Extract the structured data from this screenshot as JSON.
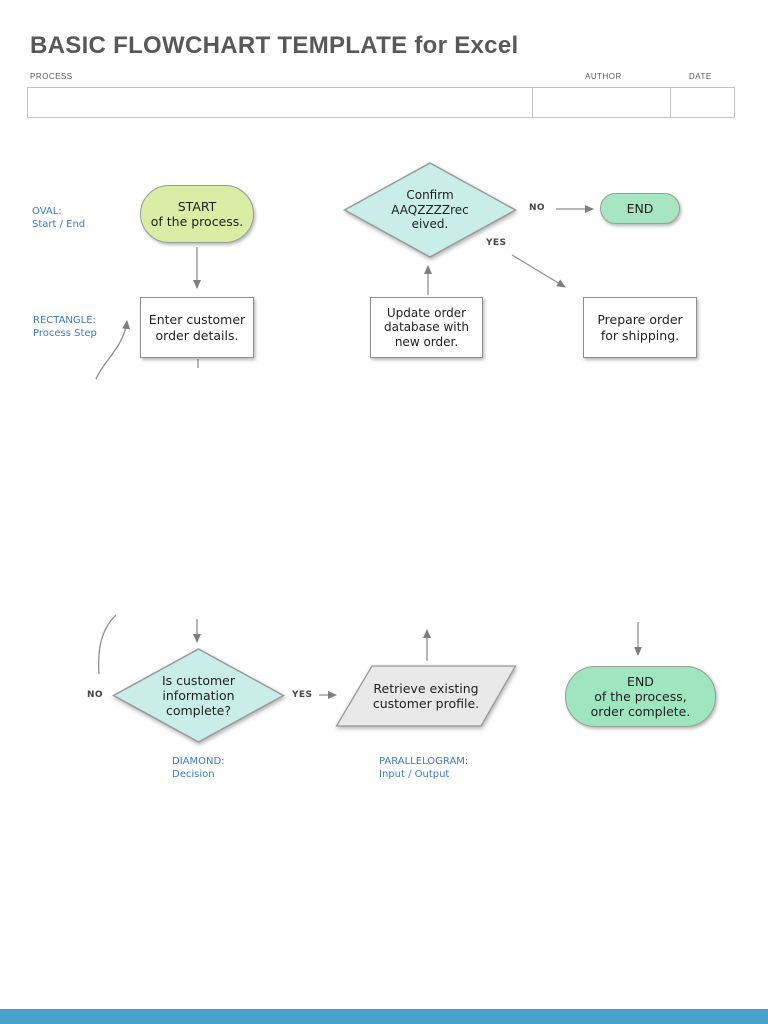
{
  "title": "BASIC FLOWCHART TEMPLATE for Excel",
  "header": {
    "process_label": "PROCESS",
    "author_label": "AUTHOR",
    "date_label": "DATE"
  },
  "flowchart": {
    "start_oval": "START\nof the process.",
    "enter_rect": "Enter customer\norder details.",
    "confirm_diamond": "Confirm\nAAQZZZZrec\neived.",
    "end_top": "END",
    "update_rect": "Update order\ndatabase with\nnew order.",
    "prepare_rect": "Prepare order\nfor shipping.",
    "decision_diamond": "Is customer\ninformation\ncomplete?",
    "io_parallelogram": "Retrieve existing\ncustomer profile.",
    "end_bottom": "END\nof the process,\norder complete.",
    "no_top": "NO",
    "yes_top": "YES",
    "no_bottom": "NO",
    "yes_bottom": "YES"
  },
  "legend": {
    "oval": "OVAL:\nStart / End",
    "rectangle": "RECTANGLE:\nProcess Step",
    "diamond": "DIAMOND:\nDecision",
    "parallelogram": "PARALLELOGRAM:\nInput / Output"
  },
  "colors": {
    "title_text": "#58585a",
    "legend_blue": "#3c7ac1",
    "start_fill": "#d9eda4",
    "diamond_fill": "#c9eee9",
    "end_top_fill": "#a7e6c3",
    "end_bottom_fill": "#9ee6be",
    "parallelogram_fill": "#e9e9e9",
    "connector_gray": "#8f8f8f",
    "bottom_bar": "#49a2c9"
  }
}
